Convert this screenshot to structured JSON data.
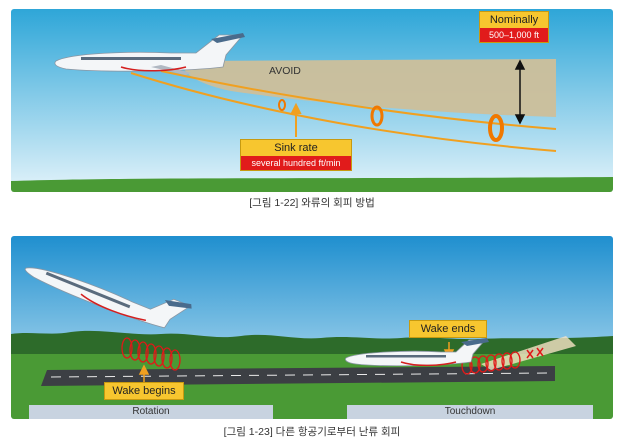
{
  "figure1": {
    "caption": "[그림 1-22] 와류의 회피 방법",
    "avoid_label": "AVOID",
    "nominally_title": "Nominally",
    "nominally_value": "500–1,000 ft",
    "sink_title": "Sink rate",
    "sink_value": "several hundred ft/min"
  },
  "figure2": {
    "caption": "[그림 1-23] 다른 항공기로부터 난류 회피",
    "wake_ends": "Wake ends",
    "wake_begins": "Wake begins",
    "phase_rotation": "Rotation",
    "phase_touchdown": "Touchdown"
  },
  "colors": {
    "sky_top": "#29a3d6",
    "sky_bottom": "#d6eef8",
    "avoid_zone": "#cdbf9a",
    "vortex_orange": "#f08a00",
    "label_yellow": "#f7c62f",
    "label_red": "#e11b1b",
    "grass": "#4a9a35"
  }
}
